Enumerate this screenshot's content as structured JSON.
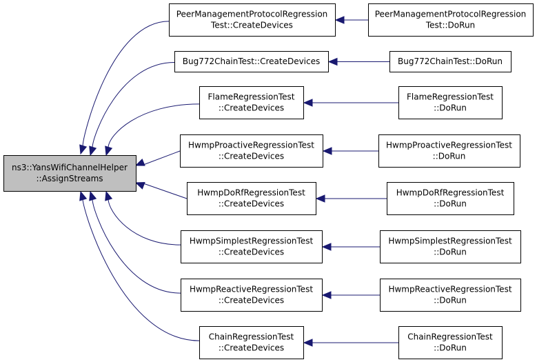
{
  "graph": {
    "colors": {
      "edge": "#191970",
      "root_fill": "#bfbfbf",
      "node_fill": "#ffffff",
      "border": "#000000"
    },
    "root": {
      "id": "root",
      "lines": [
        "ns3::YansWifiChannelHelper",
        "::AssignStreams"
      ]
    },
    "rows": [
      {
        "create": {
          "id": "c1",
          "lines": [
            "PeerManagementProtocolRegression",
            "Test::CreateDevices"
          ]
        },
        "run": {
          "id": "r1",
          "lines": [
            "PeerManagementProtocolRegression",
            "Test::DoRun"
          ]
        }
      },
      {
        "create": {
          "id": "c2",
          "lines": [
            "Bug772ChainTest::CreateDevices"
          ]
        },
        "run": {
          "id": "r2",
          "lines": [
            "Bug772ChainTest::DoRun"
          ]
        }
      },
      {
        "create": {
          "id": "c3",
          "lines": [
            "FlameRegressionTest",
            "::CreateDevices"
          ]
        },
        "run": {
          "id": "r3",
          "lines": [
            "FlameRegressionTest",
            "::DoRun"
          ]
        }
      },
      {
        "create": {
          "id": "c4",
          "lines": [
            "HwmpProactiveRegressionTest",
            "::CreateDevices"
          ]
        },
        "run": {
          "id": "r4",
          "lines": [
            "HwmpProactiveRegressionTest",
            "::DoRun"
          ]
        }
      },
      {
        "create": {
          "id": "c5",
          "lines": [
            "HwmpDoRfRegressionTest",
            "::CreateDevices"
          ]
        },
        "run": {
          "id": "r5",
          "lines": [
            "HwmpDoRfRegressionTest",
            "::DoRun"
          ]
        }
      },
      {
        "create": {
          "id": "c6",
          "lines": [
            "HwmpSimplestRegressionTest",
            "::CreateDevices"
          ]
        },
        "run": {
          "id": "r6",
          "lines": [
            "HwmpSimplestRegressionTest",
            "::DoRun"
          ]
        }
      },
      {
        "create": {
          "id": "c7",
          "lines": [
            "HwmpReactiveRegressionTest",
            "::CreateDevices"
          ]
        },
        "run": {
          "id": "r7",
          "lines": [
            "HwmpReactiveRegressionTest",
            "::DoRun"
          ]
        }
      },
      {
        "create": {
          "id": "c8",
          "lines": [
            "ChainRegressionTest",
            "::CreateDevices"
          ]
        },
        "run": {
          "id": "r8",
          "lines": [
            "ChainRegressionTest",
            "::DoRun"
          ]
        }
      }
    ]
  }
}
